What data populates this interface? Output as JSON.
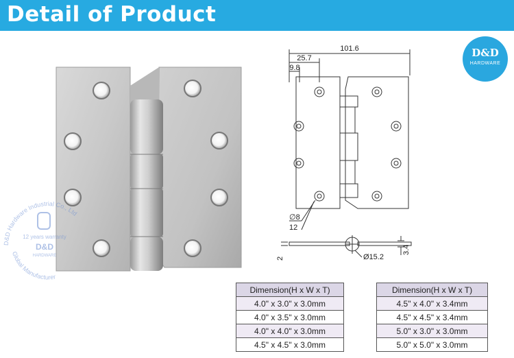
{
  "banner": {
    "title": "Detail of Product"
  },
  "logo": {
    "name": "D&D",
    "subtitle": "HARDWARE"
  },
  "watermark": {
    "ring_text": "D&D Hardware Industrial Co., Ltd",
    "warranty": "12 years warranty",
    "brand": "D&D",
    "brand_sub": "HARDWARE",
    "bottom_text": "Global Manufacturer"
  },
  "drawing": {
    "dim_width": "101.6",
    "dim_25": "25.7",
    "dim_98": "9.8",
    "dim_hole": "∅8",
    "dim_12": "12",
    "dim_knuckle": "Ø15.2",
    "dim_thick": "3.4",
    "dim_2": "2"
  },
  "tables": [
    {
      "header": "Dimension(H x W x T)",
      "rows": [
        "4.0\" x 3.0\" x 3.0mm",
        "4.0\" x 3.5\" x 3.0mm",
        "4.0\" x 4.0\" x 3.0mm",
        "4.5\" x 4.5\" x 3.0mm"
      ]
    },
    {
      "header": "Dimension(H x W x T)",
      "rows": [
        "4.5\" x 4.0\" x 3.4mm",
        "4.5\" x 4.5\" x 3.4mm",
        "5.0\" x 3.0\" x 3.0mm",
        "5.0\" x 5.0\" x 3.0mm"
      ]
    }
  ],
  "colors": {
    "banner": "#27aae1",
    "logo": "#2aa7df",
    "table_header": "#dbd6e6",
    "table_odd": "#efeaf4"
  }
}
